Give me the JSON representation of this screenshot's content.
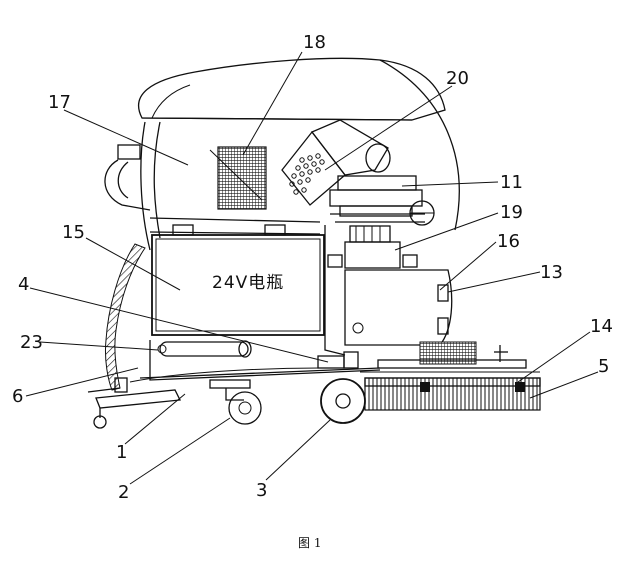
{
  "figure": {
    "caption": "图 1",
    "battery_text": "24V电瓶",
    "labels": [
      {
        "id": "n1",
        "text": "1"
      },
      {
        "id": "n2",
        "text": "2"
      },
      {
        "id": "n3",
        "text": "3"
      },
      {
        "id": "n4",
        "text": "4"
      },
      {
        "id": "n5",
        "text": "5"
      },
      {
        "id": "n6",
        "text": "6"
      },
      {
        "id": "n11",
        "text": "11"
      },
      {
        "id": "n13",
        "text": "13"
      },
      {
        "id": "n14",
        "text": "14"
      },
      {
        "id": "n15",
        "text": "15"
      },
      {
        "id": "n16",
        "text": "16"
      },
      {
        "id": "n17",
        "text": "17"
      },
      {
        "id": "n18",
        "text": "18"
      },
      {
        "id": "n19",
        "text": "19"
      },
      {
        "id": "n20",
        "text": "20"
      },
      {
        "id": "n23",
        "text": "23"
      }
    ]
  }
}
